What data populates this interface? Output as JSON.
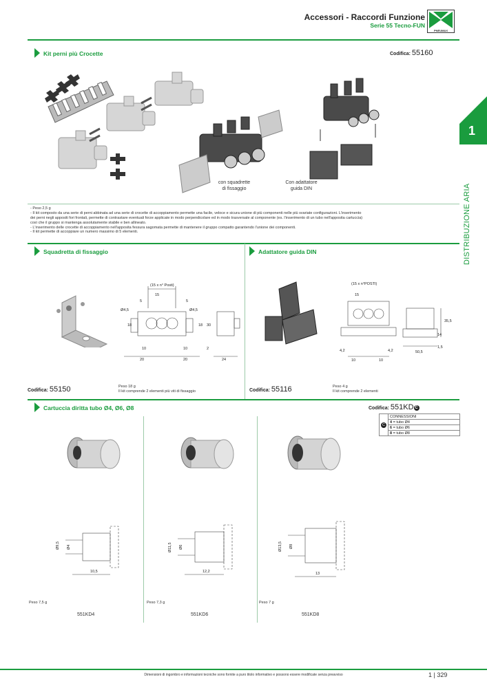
{
  "header": {
    "title": "Accessori - Raccordi Funzione",
    "subtitle": "Serie 55 Tecno-FUN",
    "logo_text": "PNEUMAX"
  },
  "side_tab": {
    "number": "1",
    "label": "DISTRIBUZIONE ARIA"
  },
  "colors": {
    "accent": "#1a9c3e"
  },
  "kit": {
    "title": "Kit perni più Crocette",
    "codifica_label": "Codifica:",
    "codifica_value": "55160",
    "caption_bracket_1": "con squadrette",
    "caption_bracket_2": "di fissaggio",
    "caption_din_1": "Con adattatore",
    "caption_din_2": "guida DIN",
    "notes": [
      "-  Peso 2,5 g",
      "-  Il kit composto da una serie di perni abbinata ad una serie di crocette di accoppiamento permette una facile, veloce e sicura unione di più componenti nelle più svariate configurazioni. L'inserimento",
      "   dei perni negli appositi fori frontali, permette di contrastare eventuali forze applicate in modo perpendicolare ed in modo trasversale al componente (es. l'inserimento di un tubo nell'apposita cartuccia)",
      "   così che il gruppo si mantenga assolutamente stabile e ben allineato.",
      "-  L'inserimento delle crocette di accoppiamento nell'apposita fessura sagomata permette di mantenere il gruppo compatto garantendo l'unione dei componenti.",
      "-  Il kit permette di accoppiare un numero massimo di 5 elementi."
    ]
  },
  "squadretta": {
    "title": "Squadretta di fissaggio",
    "codifica_label": "Codifica:",
    "codifica_value": "55150",
    "peso": "Peso 18 g",
    "note": "Il kit comprende 2 elementi più viti di fissaggio",
    "dims": {
      "posti": "(15 x n° Posti)",
      "d15": "15",
      "d5a": "5",
      "d5b": "5",
      "phi45a": "Ø4,5",
      "phi45b": "Ø4,5",
      "d18a": "18",
      "d18b": "18",
      "d30": "30",
      "d10a": "10",
      "d10b": "10",
      "d2": "2",
      "d20a": "20",
      "d20b": "20",
      "d24": "24"
    }
  },
  "adattatore": {
    "title": "Adattatore guida DIN",
    "codifica_label": "Codifica:",
    "codifica_value": "55116",
    "peso": "Peso 4 g",
    "note": "Il kit comprende 2 elementi",
    "dims": {
      "posti": "(15 x n°POSTI)",
      "d15": "15",
      "d42a": "4,2",
      "d42b": "4,2",
      "d10a": "10",
      "d10b": "10",
      "d505": "50,5",
      "d355": "35,5",
      "d14": "14",
      "d15v": "1,5"
    }
  },
  "cartuccia": {
    "title": "Cartuccia diritta tubo Ø4, Ø6, Ø8",
    "codifica_label": "Codifica:",
    "codifica_value": "551KD",
    "codifica_badge": "C",
    "table": {
      "header": "CONNESSIONI",
      "badge": "C",
      "rows": [
        {
          "key": "4",
          "value": " = tubo Ø4"
        },
        {
          "key": "6",
          "value": " = tubo Ø6"
        },
        {
          "key": "8",
          "value": " = tubo Ø8"
        }
      ]
    },
    "items": [
      {
        "peso": "Peso 7,5 g",
        "code": "551KD4",
        "dia_outer": "Ø9,5",
        "dia_inner": "Ø4",
        "length": "10,5"
      },
      {
        "peso": "Peso 7,3 g",
        "code": "551KD6",
        "dia_outer": "Ø11,5",
        "dia_inner": "Ø6",
        "length": "12,2"
      },
      {
        "peso": "Peso 7 g",
        "code": "551KD8",
        "dia_outer": "Ø13,5",
        "dia_inner": "Ø8",
        "length": "13"
      }
    ]
  },
  "footer": {
    "disclaimer": "Dimensioni di ingombro e informazioni tecniche sono fornite a puro titolo informativo e possono essere modificate senza preavviso",
    "chapter": "1",
    "page": "329"
  }
}
